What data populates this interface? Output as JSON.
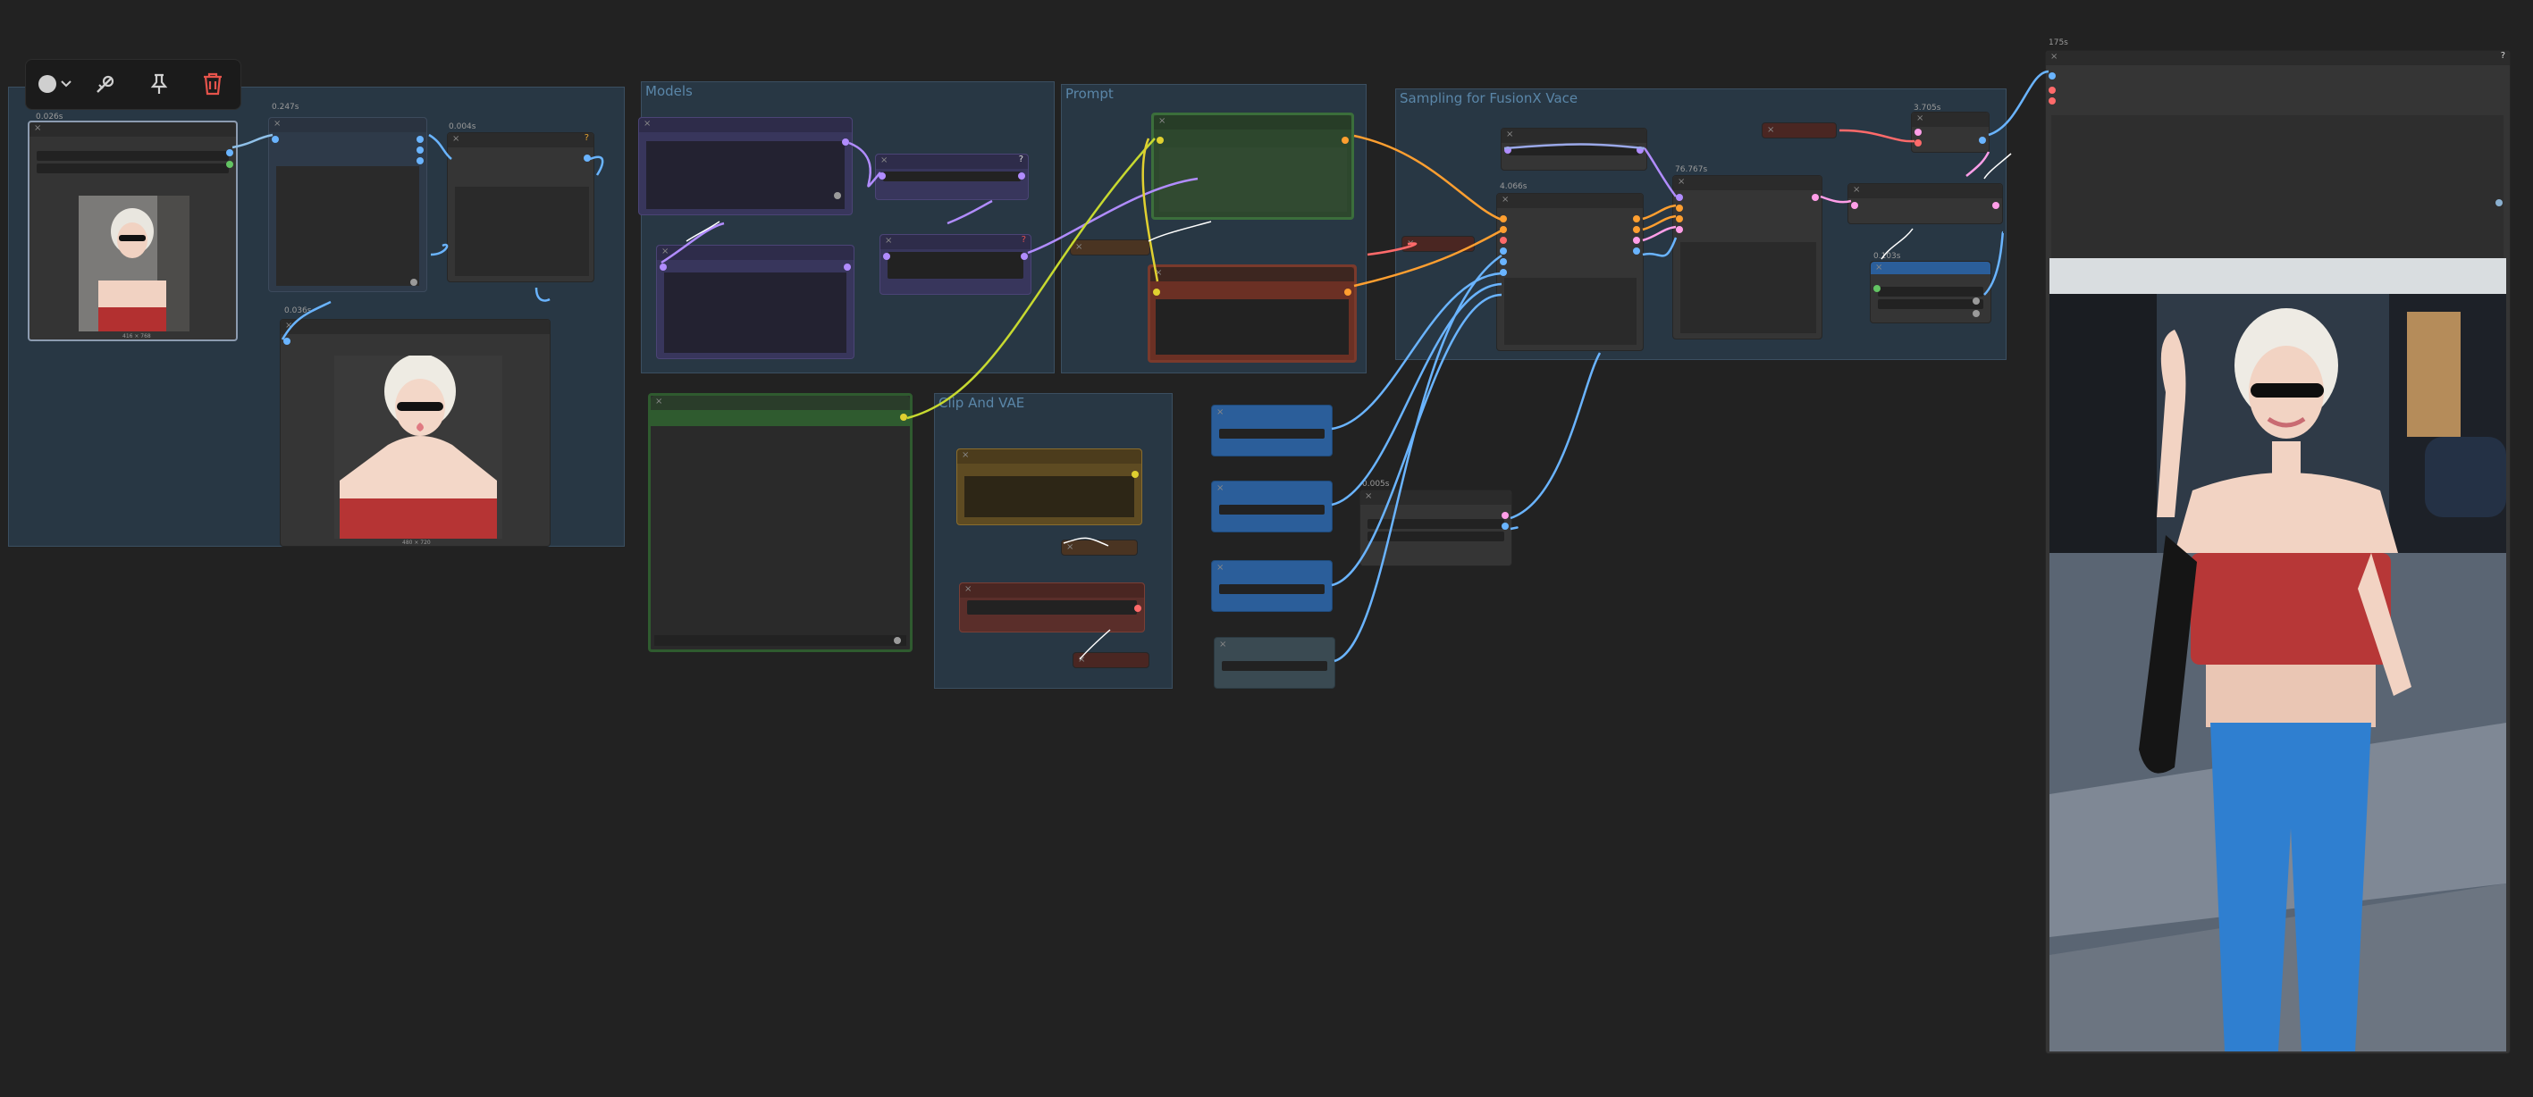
{
  "toolbar": {
    "color_icon": "color-circle-icon",
    "bypass_icon": "bypass-icon",
    "pin_icon": "pin-icon",
    "delete_icon": "trash-icon"
  },
  "groups": {
    "load": {
      "title": ""
    },
    "models": {
      "title": "Models"
    },
    "prompt": {
      "title": "Prompt"
    },
    "sampling": {
      "title": "Sampling for FusionX Vace"
    },
    "clipvae": {
      "title": "Clip And VAE"
    }
  },
  "timings": {
    "load_image": "0.026s",
    "resize": "0.247s",
    "mask": "0.004s",
    "preview": "0.036s",
    "sampler": "4.066s",
    "decode": "76.767s",
    "trim": "3.705s",
    "save": "0.103s",
    "latent": "0.005s",
    "output": "175s"
  },
  "captions": {
    "input_thumb": "416 × 768",
    "preview_thumb": "480 × 720"
  },
  "colors": {
    "background": "#222222",
    "group": "#283744",
    "node": "#353535",
    "clip_node": "#2f5b2f",
    "negative_node": "#6b3024",
    "delete": "#e5534b"
  }
}
